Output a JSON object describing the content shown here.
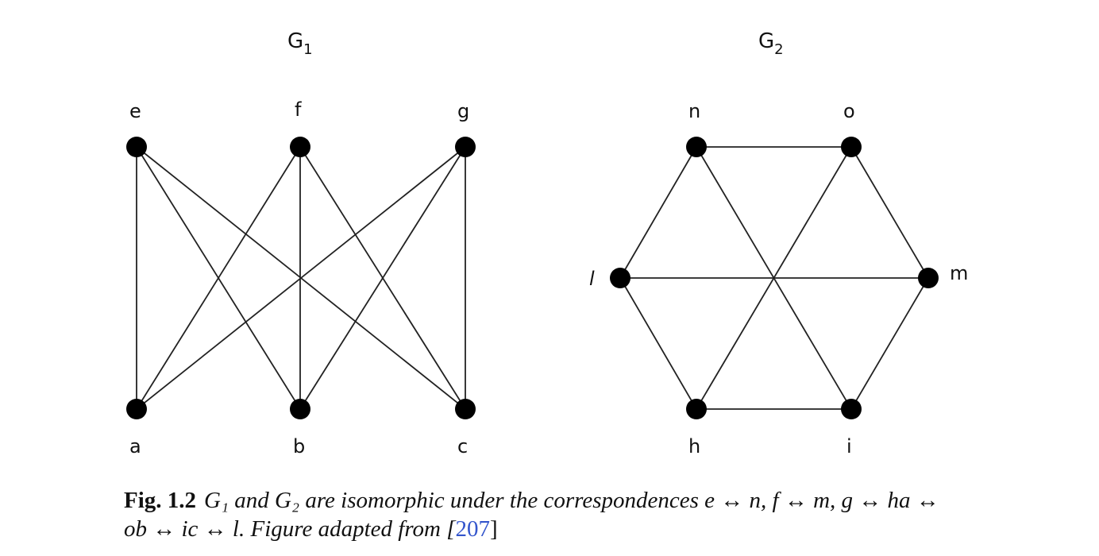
{
  "g1": {
    "title_main": "G",
    "title_sub": "1",
    "nodes": [
      "e",
      "f",
      "g",
      "a",
      "b",
      "c"
    ],
    "edges": [
      [
        "e",
        "a"
      ],
      [
        "e",
        "b"
      ],
      [
        "e",
        "c"
      ],
      [
        "f",
        "a"
      ],
      [
        "f",
        "b"
      ],
      [
        "f",
        "c"
      ],
      [
        "g",
        "a"
      ],
      [
        "g",
        "b"
      ],
      [
        "g",
        "c"
      ]
    ]
  },
  "g2": {
    "title_main": "G",
    "title_sub": "2",
    "nodes": [
      "n",
      "o",
      "l",
      "m",
      "h",
      "i"
    ],
    "edges": [
      [
        "n",
        "o"
      ],
      [
        "o",
        "m"
      ],
      [
        "m",
        "i"
      ],
      [
        "i",
        "h"
      ],
      [
        "h",
        "l"
      ],
      [
        "l",
        "n"
      ],
      [
        "n",
        "i"
      ],
      [
        "o",
        "h"
      ],
      [
        "l",
        "m"
      ]
    ]
  },
  "caption": {
    "label": "Fig. 1.2",
    "text_before": "G₁ and G₂ are isomorphic under the correspondences e ↔ n, f ↔ m, g ↔ ha ↔",
    "text_line2": "ob ↔ ic ↔ l. Figure adapted from [",
    "reference": "207",
    "text_after": "]"
  }
}
